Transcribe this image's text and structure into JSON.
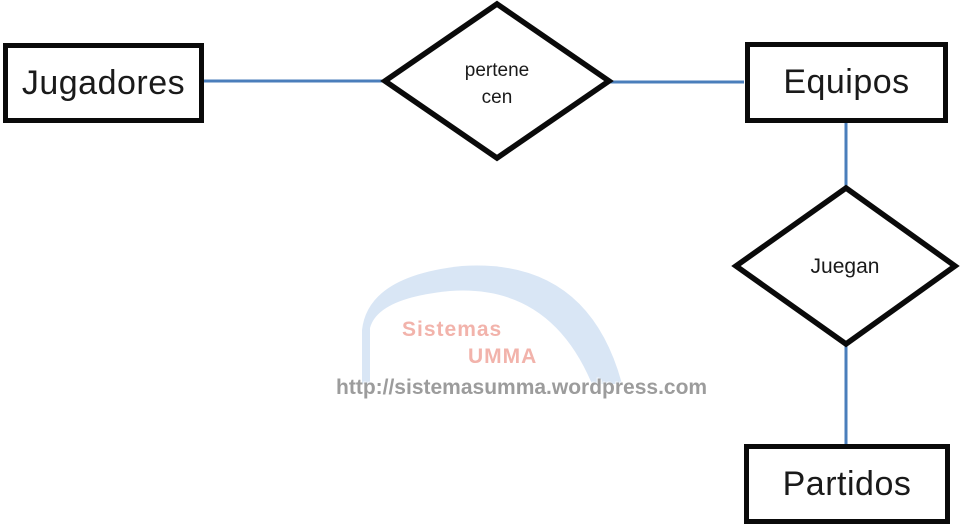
{
  "diagram": {
    "type": "entity-relationship",
    "entities": [
      {
        "id": "jugadores",
        "label": "Jugadores"
      },
      {
        "id": "equipos",
        "label": "Equipos"
      },
      {
        "id": "partidos",
        "label": "Partidos"
      }
    ],
    "relationships": [
      {
        "id": "pertenecen",
        "lines": [
          "pertene",
          "cen"
        ],
        "connects": [
          "Jugadores",
          "Equipos"
        ]
      },
      {
        "id": "juegan",
        "label": "Juegan",
        "connects": [
          "Equipos",
          "Partidos"
        ]
      }
    ]
  },
  "watermark": {
    "line1": "Sistemas",
    "line2": "UMMA",
    "url": "http://sistemasumma.wordpress.com"
  },
  "colors": {
    "connector_blue": "#4a7ebb",
    "shape_border_black": "#0a0a0a",
    "shape_fill_white": "#ffffff",
    "watermark_dome_blue": "#d9e6f5",
    "watermark_pink": "#f2b3ab",
    "watermark_url_gray": "#9c9c9c"
  }
}
